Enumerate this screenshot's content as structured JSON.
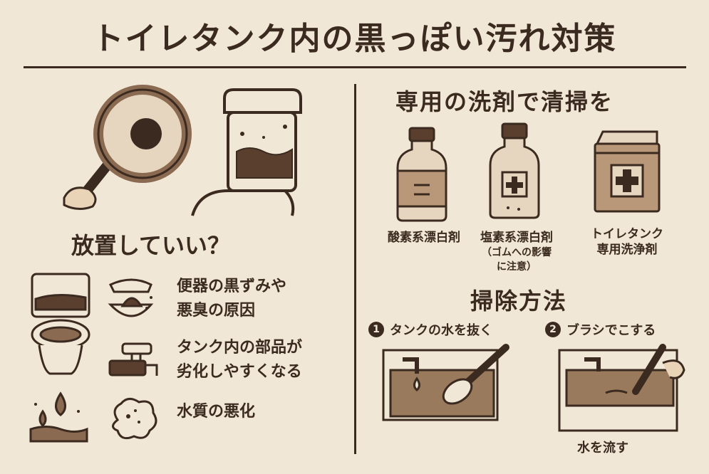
{
  "title": "トイレタンク内の黒っぽい汚れ対策",
  "left": {
    "heading": "放置していい？",
    "items": [
      {
        "lines": [
          "便器の黒ずみや",
          "悪臭の原因"
        ]
      },
      {
        "lines": [
          "タンク内の部品が",
          "劣化しやすくなる"
        ]
      },
      {
        "lines": [
          "水質の悪化"
        ]
      }
    ]
  },
  "right": {
    "heading": "専用の洗剤で清掃を",
    "products": [
      {
        "label": "酸素系漂白剤",
        "note": ""
      },
      {
        "label": "塩素系漂白剤",
        "note_lines": [
          "（ゴムへの影響",
          "に注意）"
        ]
      },
      {
        "label_lines": [
          "トイレタンク",
          "専用洗浄剤"
        ]
      }
    ],
    "method_heading": "掃除方法",
    "steps": [
      {
        "num": "1",
        "label": "タンクの水を抜く"
      },
      {
        "num": "2",
        "label": "ブラシでこする"
      }
    ],
    "final_caption": "水を流す"
  }
}
